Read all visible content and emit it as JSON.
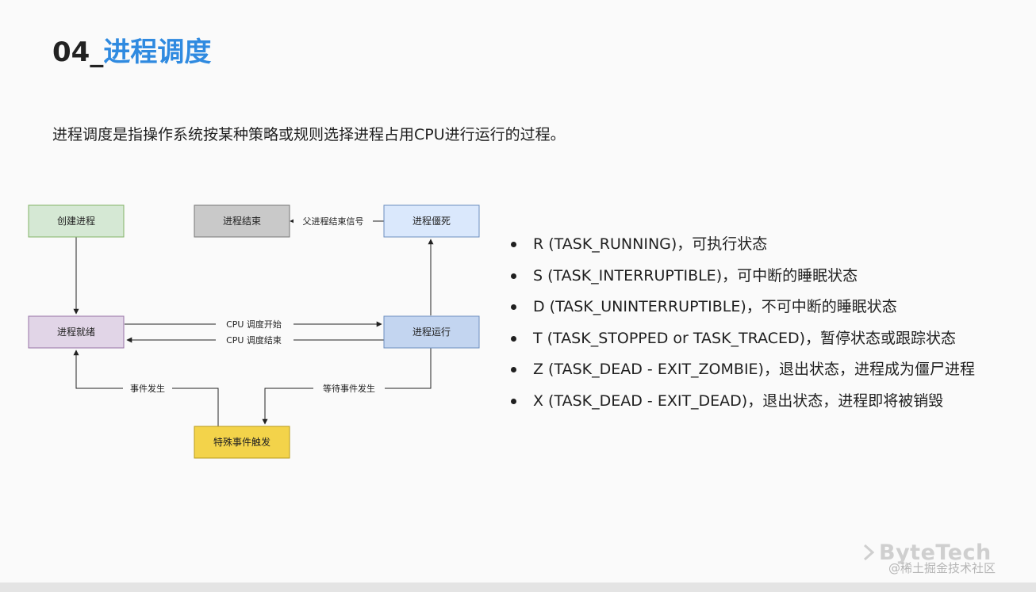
{
  "slide": {
    "title_number": "04_",
    "title_text": "进程调度",
    "subtitle": "进程调度是指操作系统按某种策略或规则选择进程占用CPU进行运行的过程。"
  },
  "diagram": {
    "nodes": {
      "create": "创建进程",
      "end": "进程结束",
      "zombie": "进程僵死",
      "ready": "进程就绪",
      "running": "进程运行",
      "event": "特殊事件触发"
    },
    "edges": {
      "parent_signal": "父进程结束信号",
      "cpu_start": "CPU 调度开始",
      "cpu_end": "CPU 调度结束",
      "event_occur": "事件发生",
      "wait_event": "等待事件发生"
    },
    "colors": {
      "create": "#d5e8d4",
      "end": "#c9c9c9",
      "zombie": "#dae8fc",
      "ready": "#e1d5e7",
      "running": "#c3d5f0",
      "event": "#f3d34a"
    }
  },
  "states": [
    "R (TASK_RUNNING)，可执行状态",
    "S (TASK_INTERRUPTIBLE)，可中断的睡眠状态",
    "D (TASK_UNINTERRUPTIBLE)，不可中断的睡眠状态",
    "T (TASK_STOPPED or TASK_TRACED)，暂停状态或跟踪状态",
    "Z (TASK_DEAD - EXIT_ZOMBIE)，退出状态，进程成为僵尸进程",
    "X (TASK_DEAD - EXIT_DEAD)，退出状态，进程即将被销毁"
  ],
  "watermark": {
    "brand": "ByteTech",
    "community": "@稀土掘金技术社区"
  }
}
